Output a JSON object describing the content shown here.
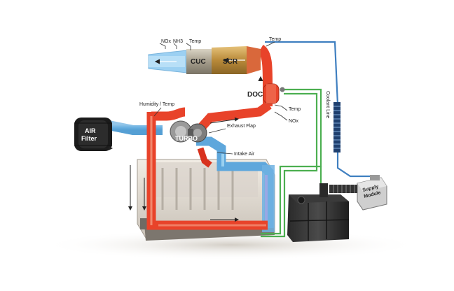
{
  "labels": {
    "nox_top": "NOx",
    "nh3_top": "NH3",
    "temp_top": "Temp",
    "temp_right": "Temp",
    "cuc": "CUC",
    "scr": "SCR",
    "doc": "DOC",
    "humidity_temp": "Humidity / Temp",
    "air_filter_line1": "AIR",
    "air_filter_line2": "Filter",
    "turbo": "TURBO",
    "exhaust_flap": "Exhaust Flap",
    "temp_mid": "Temp",
    "nox_mid": "NOx",
    "intake_air": "Intake Air",
    "coolant_line": "Coolant Line",
    "supply_module_line1": "Supply",
    "supply_module_line2": "Module"
  },
  "colors": {
    "exhaust": "#e8492b",
    "intake": "#6fb8e6",
    "coolant_green": "#5cb85c",
    "coolant_blue": "#4b86c5",
    "catalyst": "#c9a24a"
  }
}
